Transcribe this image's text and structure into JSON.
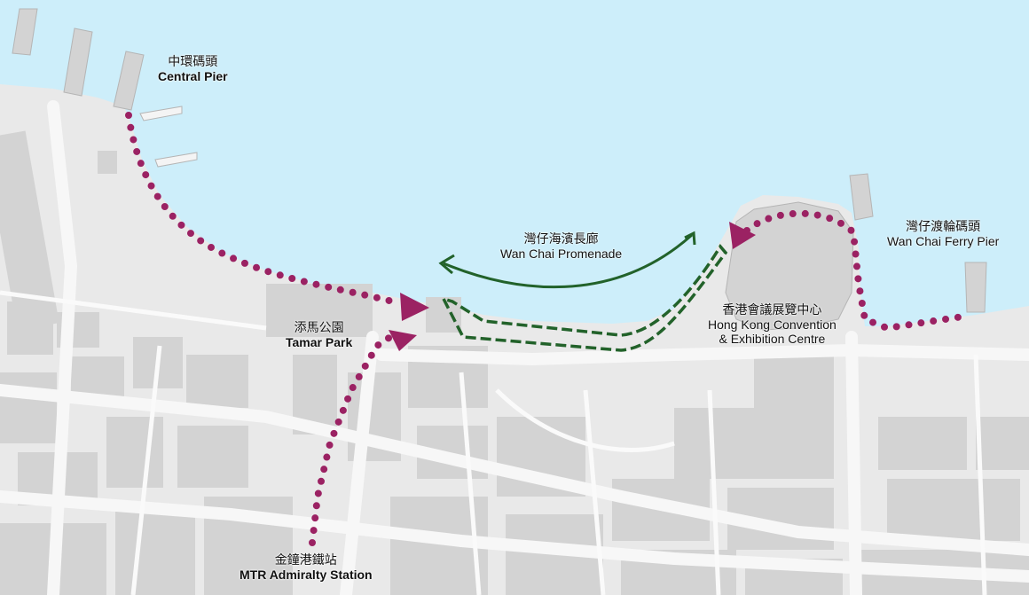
{
  "colors": {
    "water": "#cdeefa",
    "land": "#e9e9e9",
    "block": "#d3d3d3",
    "road": "#f7f7f7",
    "walk_route": "#9b2263",
    "promenade_route": "#22622a"
  },
  "labels": {
    "central_pier": {
      "zh": "中環碼頭",
      "en": "Central Pier"
    },
    "tamar_park": {
      "zh": "添馬公園",
      "en": "Tamar Park"
    },
    "promenade": {
      "zh": "灣仔海濱長廊",
      "en": "Wan Chai Promenade"
    },
    "hkcec": {
      "zh": "香港會議展覽中心",
      "en_line1": "Hong Kong Convention",
      "en_line2": "& Exhibition Centre"
    },
    "ferry_pier": {
      "zh": "灣仔渡輪碼頭",
      "en": "Wan Chai Ferry Pier"
    },
    "admiralty": {
      "zh": "金鐘港鐵站",
      "en": "MTR Admiralty Station"
    }
  }
}
